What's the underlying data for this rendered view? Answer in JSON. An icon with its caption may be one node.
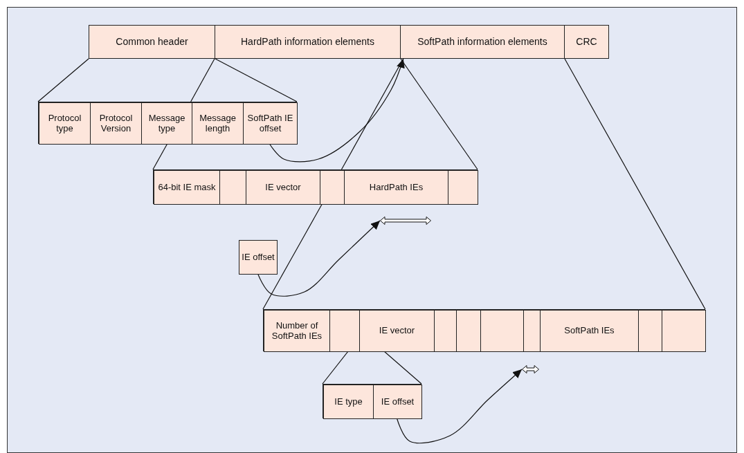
{
  "diagram": {
    "nodes": [
      {
        "text": [
          "Common header"
        ]
      },
      {
        "text": [
          "HardPath information elements"
        ]
      },
      {
        "text": [
          "SoftPath information elements"
        ]
      },
      {
        "text": [
          "CRC"
        ]
      },
      {
        "text": [],
        "shape": "box"
      },
      {
        "text": [
          "Protocol type"
        ],
        "in": 4
      },
      {
        "text": [
          "Protocol Version"
        ],
        "in": 4
      },
      {
        "text": [
          "Message type"
        ],
        "in": 4
      },
      {
        "text": [
          "Message length"
        ],
        "in": 4
      },
      {
        "text": [
          "SoftPath IE offset"
        ],
        "in": 4
      },
      {
        "text": [],
        "shape": "box"
      },
      {
        "text": [
          "64-bit IE mask"
        ],
        "in": 10
      },
      {
        "text": [],
        "shape": "box",
        "in": 10
      },
      {
        "text": [
          "IE vector"
        ],
        "in": 10
      },
      {
        "text": [],
        "shape": "box",
        "in": 10
      },
      {
        "text": [
          "HardPath IEs"
        ],
        "in": 10
      },
      {
        "text": [],
        "shape": "box",
        "in": 10
      },
      {
        "text": [],
        "shape": "arrow"
      },
      {
        "text": [
          "IE offset"
        ]
      },
      {
        "text": [],
        "shape": "box"
      },
      {
        "text": [
          "Number of SoftPath IEs"
        ],
        "in": 19
      },
      {
        "text": [],
        "shape": "box",
        "in": 19
      },
      {
        "text": [
          "IE vector"
        ],
        "in": 19
      },
      {
        "text": [],
        "shape": "box",
        "in": 19
      },
      {
        "text": [],
        "shape": "box",
        "in": 19
      },
      {
        "text": [],
        "shape": "box",
        "in": 19
      },
      {
        "text": [],
        "shape": "box",
        "in": 19
      },
      {
        "text": [
          "SoftPath IEs"
        ],
        "in": 19
      },
      {
        "text": [],
        "shape": "box",
        "in": 19
      },
      {
        "text": [],
        "shape": "box",
        "in": 19
      },
      {
        "text": [],
        "shape": "box"
      },
      {
        "text": [
          "IE type"
        ],
        "in": 30
      },
      {
        "text": [
          "IE offset"
        ],
        "in": 30
      },
      {
        "text": [],
        "shape": "arrow"
      }
    ],
    "edges": [
      {
        "from": 0,
        "to": 4,
        "arrow": "none"
      },
      {
        "from": 0,
        "to": 4,
        "arrow": "none"
      },
      {
        "from": 1,
        "to": 4,
        "arrow": "none"
      },
      {
        "from": 7,
        "to": 10,
        "arrow": "none"
      },
      {
        "from": 1,
        "to": 10,
        "arrow": "none"
      },
      {
        "from": 2,
        "to": 10,
        "arrow": "none"
      },
      {
        "from": 10,
        "to": 19,
        "arrow": "none"
      },
      {
        "from": 2,
        "to": 19,
        "arrow": "none"
      },
      {
        "from": 19,
        "to": 30,
        "arrow": "none"
      },
      {
        "from": 19,
        "to": 30,
        "arrow": "none"
      },
      {
        "from": 9,
        "to": 2,
        "arrow": "to"
      },
      {
        "from": 18,
        "to": 17,
        "arrow": "to"
      },
      {
        "from": 32,
        "to": 33,
        "arrow": "to"
      }
    ]
  }
}
